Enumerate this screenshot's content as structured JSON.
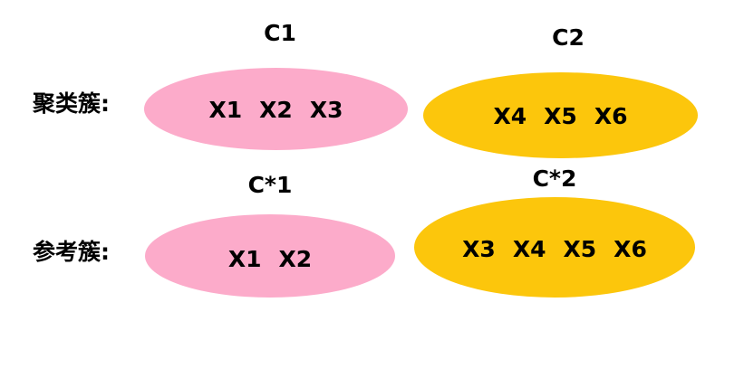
{
  "rows": [
    {
      "label": "聚类簇:"
    },
    {
      "label": "参考簇:"
    }
  ],
  "clusters": {
    "c1": {
      "name": "C1",
      "members": [
        "X1",
        "X2",
        "X3"
      ]
    },
    "c2": {
      "name": "C2",
      "members": [
        "X4",
        "X5",
        "X6"
      ]
    },
    "cs1": {
      "name": "C*1",
      "members": [
        "X1",
        "X2"
      ]
    },
    "cs2": {
      "name": "C*2",
      "members": [
        "X3",
        "X4",
        "X5",
        "X6"
      ]
    }
  },
  "colors": {
    "pink": "#fcabca",
    "gold": "#fcc60c",
    "text": "#000000",
    "background": "#ffffff"
  }
}
